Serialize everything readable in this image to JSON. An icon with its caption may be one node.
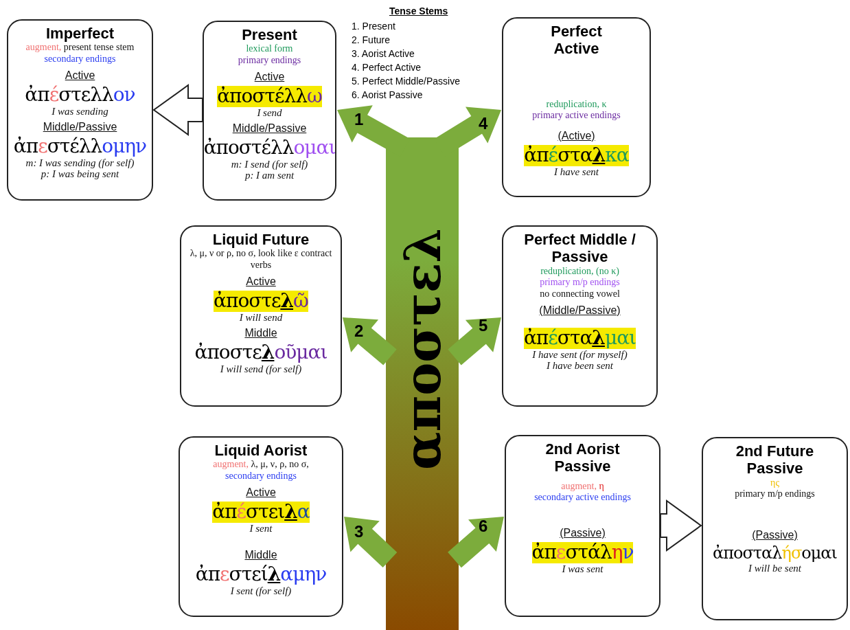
{
  "diagram": {
    "nodes": [
      {
        "text": [
          "Imperfect",
          "augment, present tense stem",
          "secondary endings",
          "Active",
          "ἀπέστελλον",
          "I was sending",
          "Middle/Passive",
          "ἀπεστέλλομην",
          "m: I was sending (for self)",
          "p: I was being sent"
        ]
      },
      {
        "text": [
          "Present",
          "lexical form",
          "primary endings",
          "Active",
          "ἀποστέλλω",
          "I send",
          "Middle/Passive",
          "ἀποστέλλομαι",
          "m: I send (for self)",
          "p: I am sent"
        ]
      },
      {
        "text": [
          "Perfect Active",
          "reduplication, κ",
          "primary active endings",
          "(Active)",
          "ἀπέσταλκα",
          "I have sent"
        ]
      },
      {
        "text": [
          "Liquid Future",
          "λ, μ, ν or ρ, no σ, look like ε contract verbs",
          "Active",
          "ἀποστελῶ",
          "I will send",
          "Middle",
          "ἀποστελοῦμαι",
          "I will send (for self)"
        ]
      },
      {
        "text": [
          "Perfect Middle / Passive",
          "reduplication, (no κ)",
          "primary m/p endings",
          "no connecting vowel",
          "(Middle/Passive)",
          "ἀπέσταλμαι",
          "I have sent (for myself)",
          "I have been sent"
        ]
      },
      {
        "text": [
          "Liquid Aorist",
          "augment, λ, μ, ν, ρ, no σ,",
          "secondary endings",
          "Active",
          "ἀπέστειλα",
          "I sent",
          "Middle",
          "ἀπεστείλαμην",
          "I sent (for self)"
        ]
      },
      {
        "text": [
          "2nd Aorist Passive",
          "augment, η",
          "secondary active endings",
          "(Passive)",
          "ἀπεστάλην",
          "I was sent"
        ]
      },
      {
        "text": [
          "2nd Future Passive",
          "ης",
          "primary m/p endings",
          "(Passive)",
          "ἀποσταλήσομαι",
          "I will be sent"
        ]
      },
      {
        "text": [
          "αποστελ"
        ]
      }
    ],
    "edges": [
      {
        "from": 8,
        "to": 1,
        "arrow": "to",
        "label": "1",
        "style": "thick"
      },
      {
        "from": 8,
        "to": 3,
        "arrow": "to",
        "label": "2",
        "style": "thick"
      },
      {
        "from": 8,
        "to": 5,
        "arrow": "to",
        "label": "3",
        "style": "thick"
      },
      {
        "from": 8,
        "to": 2,
        "arrow": "to",
        "label": "4",
        "style": "thick"
      },
      {
        "from": 8,
        "to": 4,
        "arrow": "to",
        "label": "5",
        "style": "thick"
      },
      {
        "from": 8,
        "to": 6,
        "arrow": "to",
        "label": "6",
        "style": "thick"
      },
      {
        "from": 1,
        "to": 0,
        "arrow": "to",
        "style": "thick",
        "color": "#ffffff"
      },
      {
        "from": 6,
        "to": 7,
        "arrow": "to",
        "style": "thick",
        "color": "#ffffff"
      }
    ],
    "labels": [
      "Tense Stems",
      "1. Present",
      "2. Future",
      "3. Aorist Active",
      "4. Perfect Active",
      "5. Perfect Middle/Passive",
      "6. Aorist Passive"
    ]
  }
}
